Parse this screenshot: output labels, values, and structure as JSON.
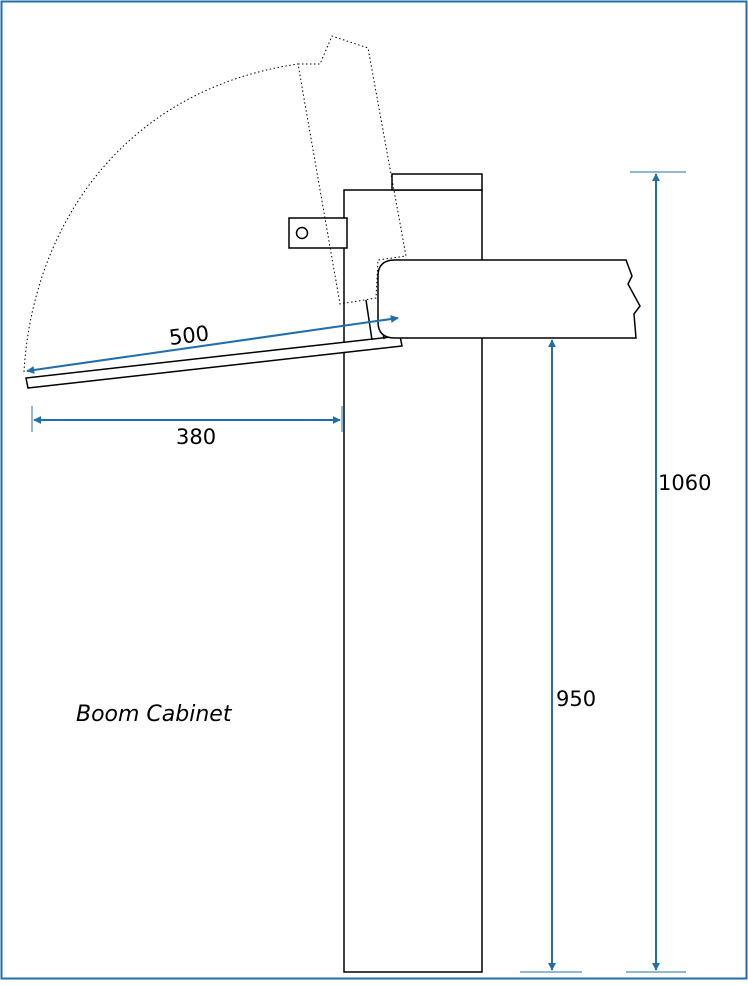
{
  "drawing": {
    "caption": "Boom Cabinet",
    "dimensions": {
      "reach": "500",
      "offset": "380",
      "total_height": "1060",
      "boom_height": "950"
    },
    "colors": {
      "border": "#1f6fae",
      "dimension_line": "#1f6fae",
      "outline": "#000000"
    }
  }
}
